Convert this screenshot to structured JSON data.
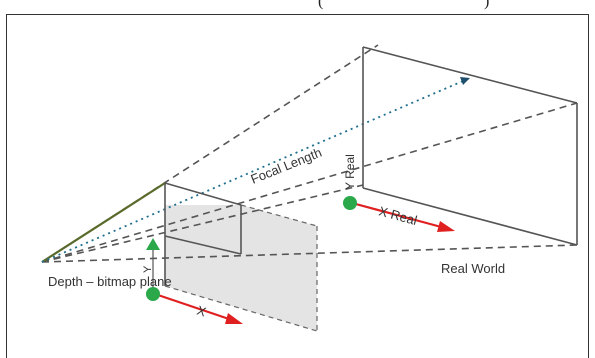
{
  "caption_fragment": {
    "left": "(",
    "right": ")"
  },
  "labels": {
    "focal_length": "Focal Length",
    "y_real": "Y Real",
    "x_real": "X Real",
    "real_world": "Real World",
    "depth_plane": "Depth – bitmap plane",
    "y": "Y",
    "x": "X"
  },
  "colors": {
    "axis_arrow": "#e02020",
    "origin_dot": "#2aa84a",
    "y_arrow": "#2aa84a",
    "dotted_ray": "#1f6f8f",
    "solid_ray": "#5a6a2a",
    "plane_fill": "#e4e4e4"
  }
}
